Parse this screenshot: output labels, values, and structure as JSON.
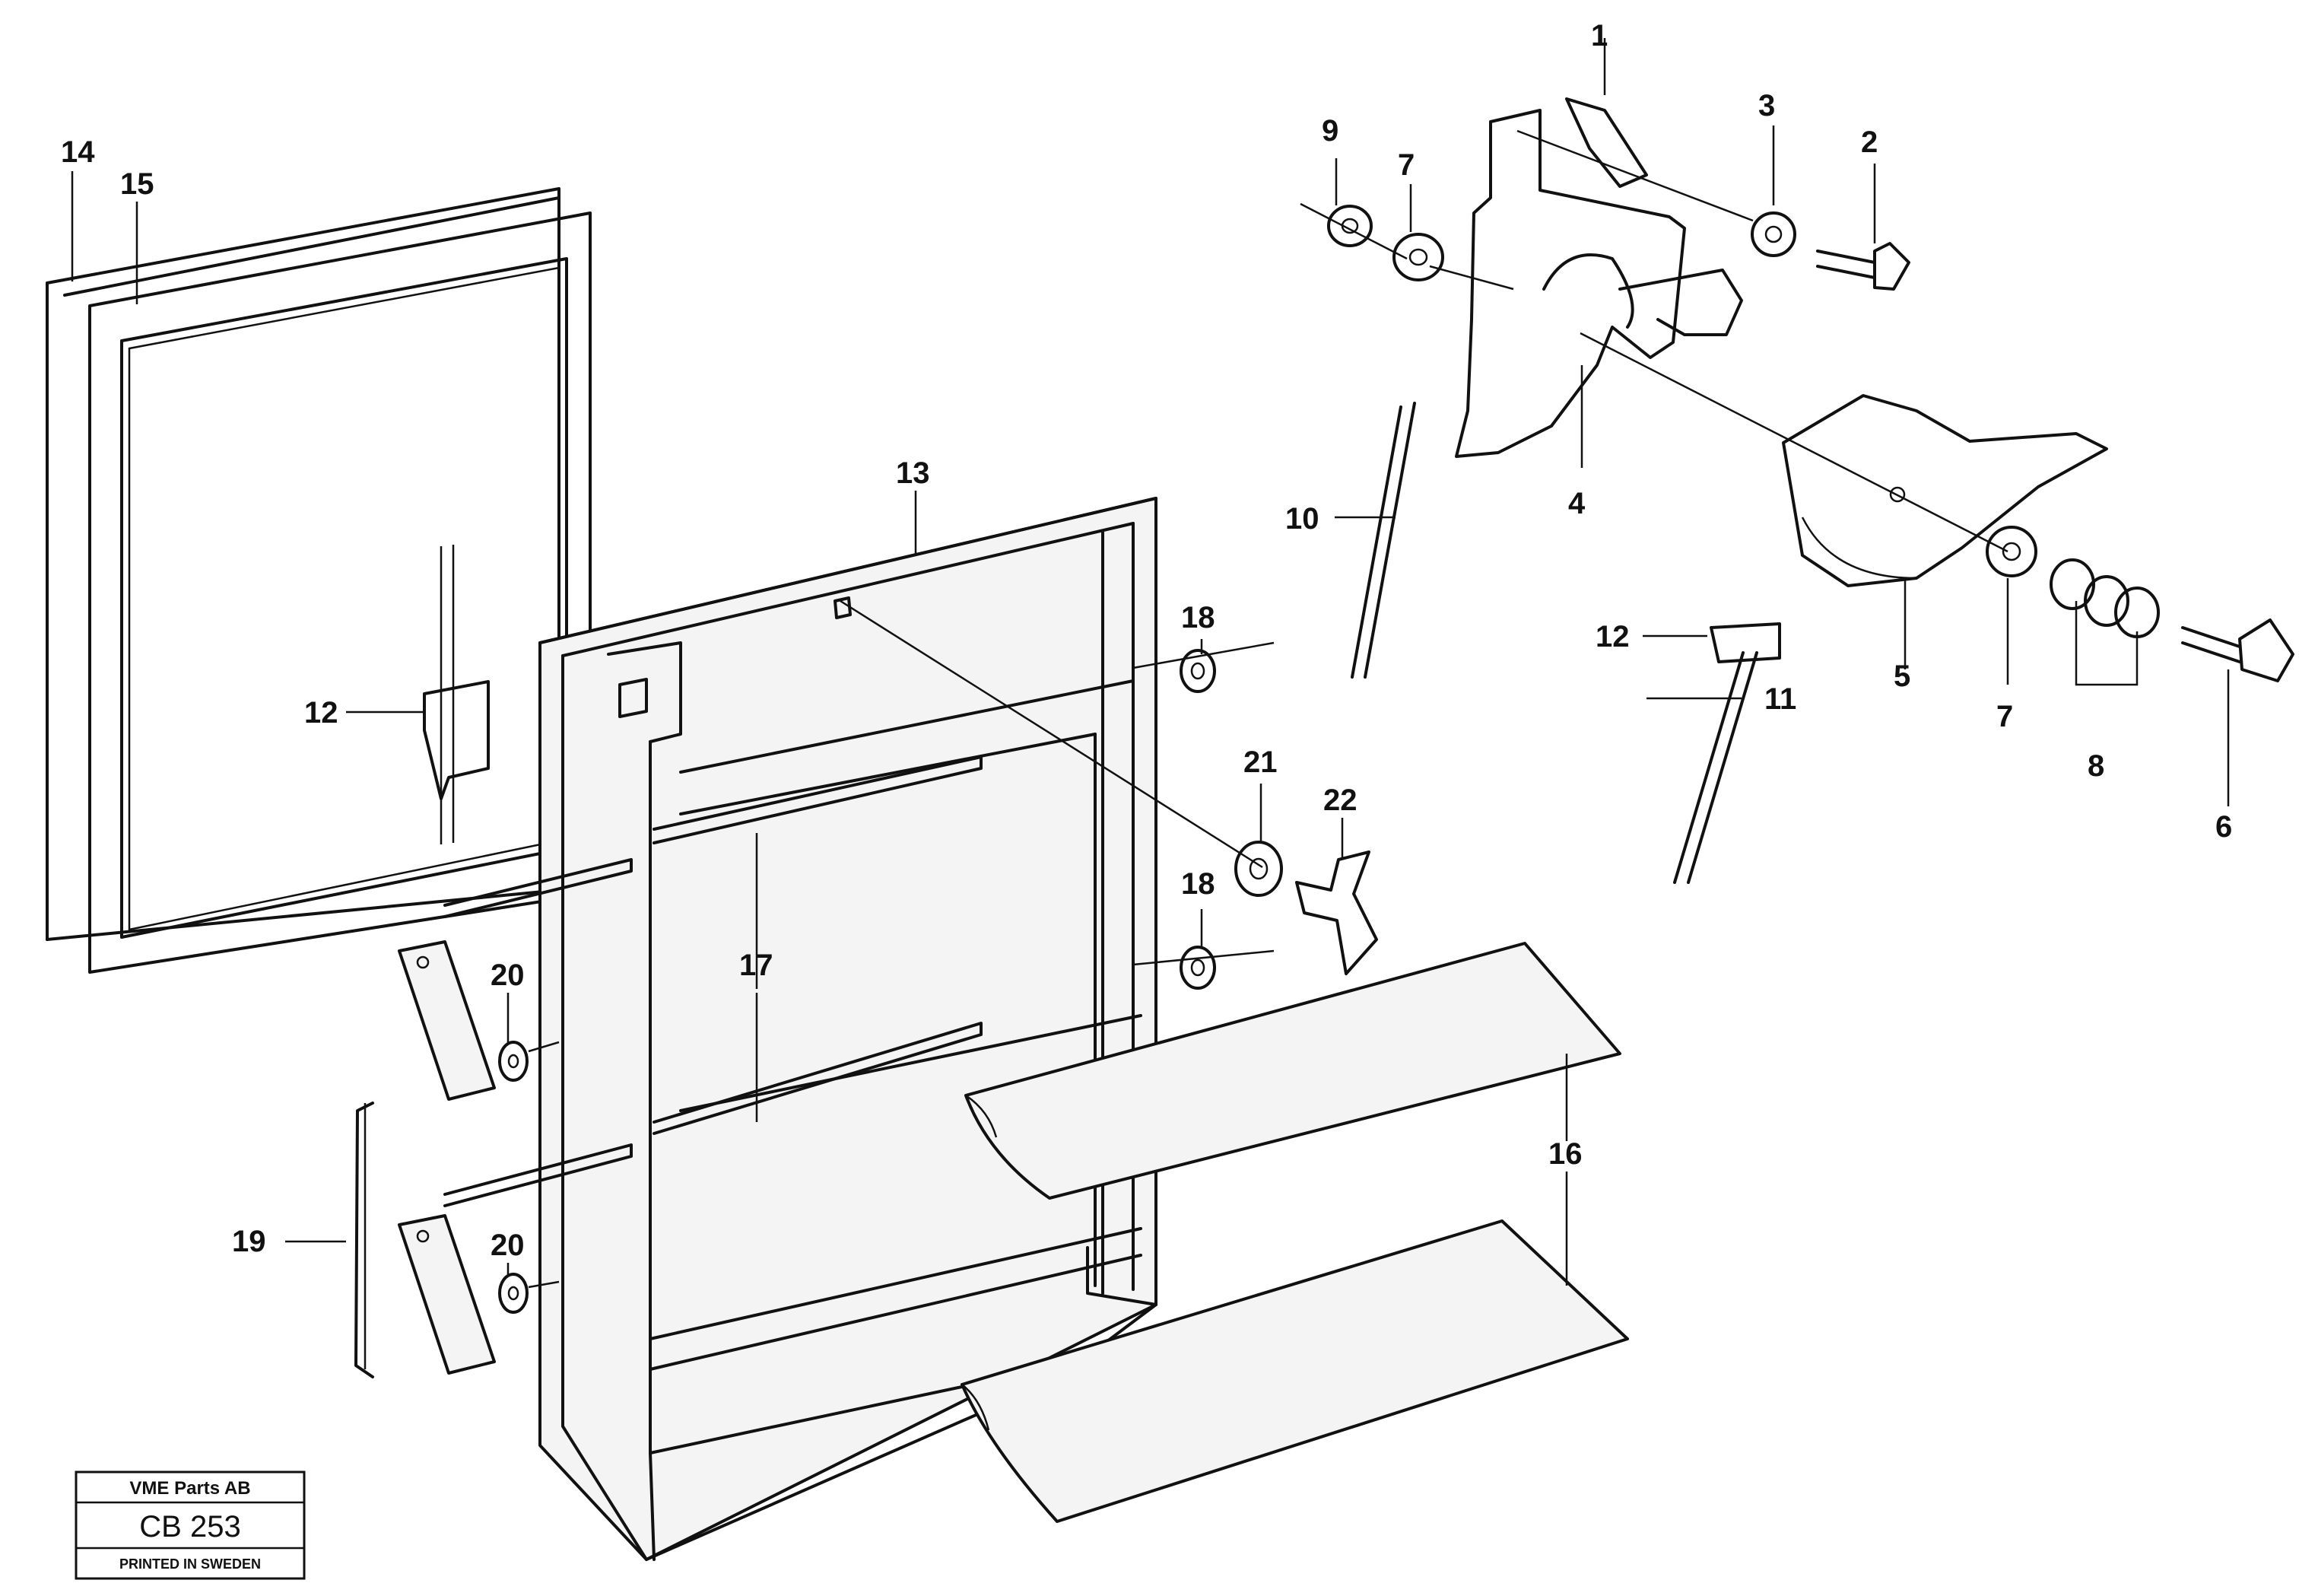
{
  "callouts": [
    "1",
    "2",
    "3",
    "4",
    "5",
    "6",
    "7",
    "7",
    "8",
    "9",
    "10",
    "11",
    "12",
    "12",
    "13",
    "14",
    "15",
    "16",
    "17",
    "17",
    "18",
    "18",
    "19",
    "20",
    "20",
    "21",
    "22"
  ],
  "stamp": {
    "company": "VME Parts AB",
    "code": "CB 253",
    "printed": "PRINTED IN SWEDEN"
  }
}
